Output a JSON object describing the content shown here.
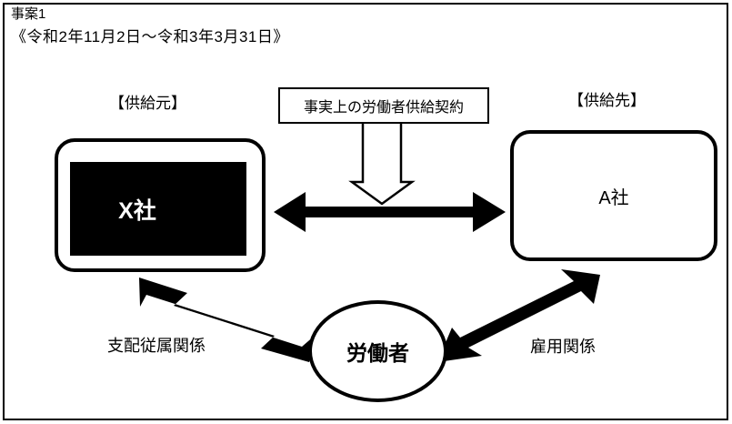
{
  "page": {
    "title": "事案1",
    "period": "《令和2年11月2日～令和3年3月31日》",
    "background_color": "#ffffff",
    "line_color": "#000000"
  },
  "labels": {
    "supplier": "【供給元】",
    "recipient": "【供給先】"
  },
  "nodes": {
    "supplier_company": {
      "label": "X社",
      "redacted": "true",
      "fill": "#000000",
      "text_color": "#ffffff"
    },
    "recipient_company": {
      "label": "A社",
      "fill": "#ffffff",
      "text_color": "#000000"
    },
    "worker": {
      "label": "労働者",
      "fill": "#ffffff",
      "text_color": "#000000"
    }
  },
  "callout": {
    "label": "事実上の労働者供給契約"
  },
  "relations": {
    "subordination": "支配従属関係",
    "employment": "雇用関係"
  }
}
